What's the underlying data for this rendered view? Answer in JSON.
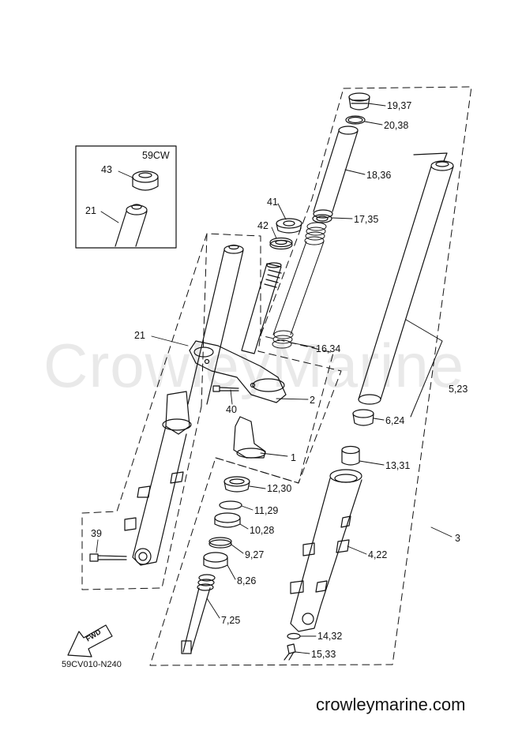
{
  "watermark": "CrowleyMarine",
  "site": "crowleymarine.com",
  "diagram_code": "59CV010-N240",
  "fwd_label": "FWD",
  "inset": {
    "title": "59CW",
    "labels": [
      "43",
      "21"
    ]
  },
  "callouts": [
    "19,37",
    "20,38",
    "18,36",
    "17,35",
    "41",
    "42",
    "16,34",
    "5,23",
    "21",
    "2",
    "40",
    "6,24",
    "1",
    "13,31",
    "12,30",
    "11,29",
    "10,28",
    "3",
    "39",
    "9,27",
    "4,22",
    "8,26",
    "7,25",
    "14,32",
    "15,33"
  ]
}
